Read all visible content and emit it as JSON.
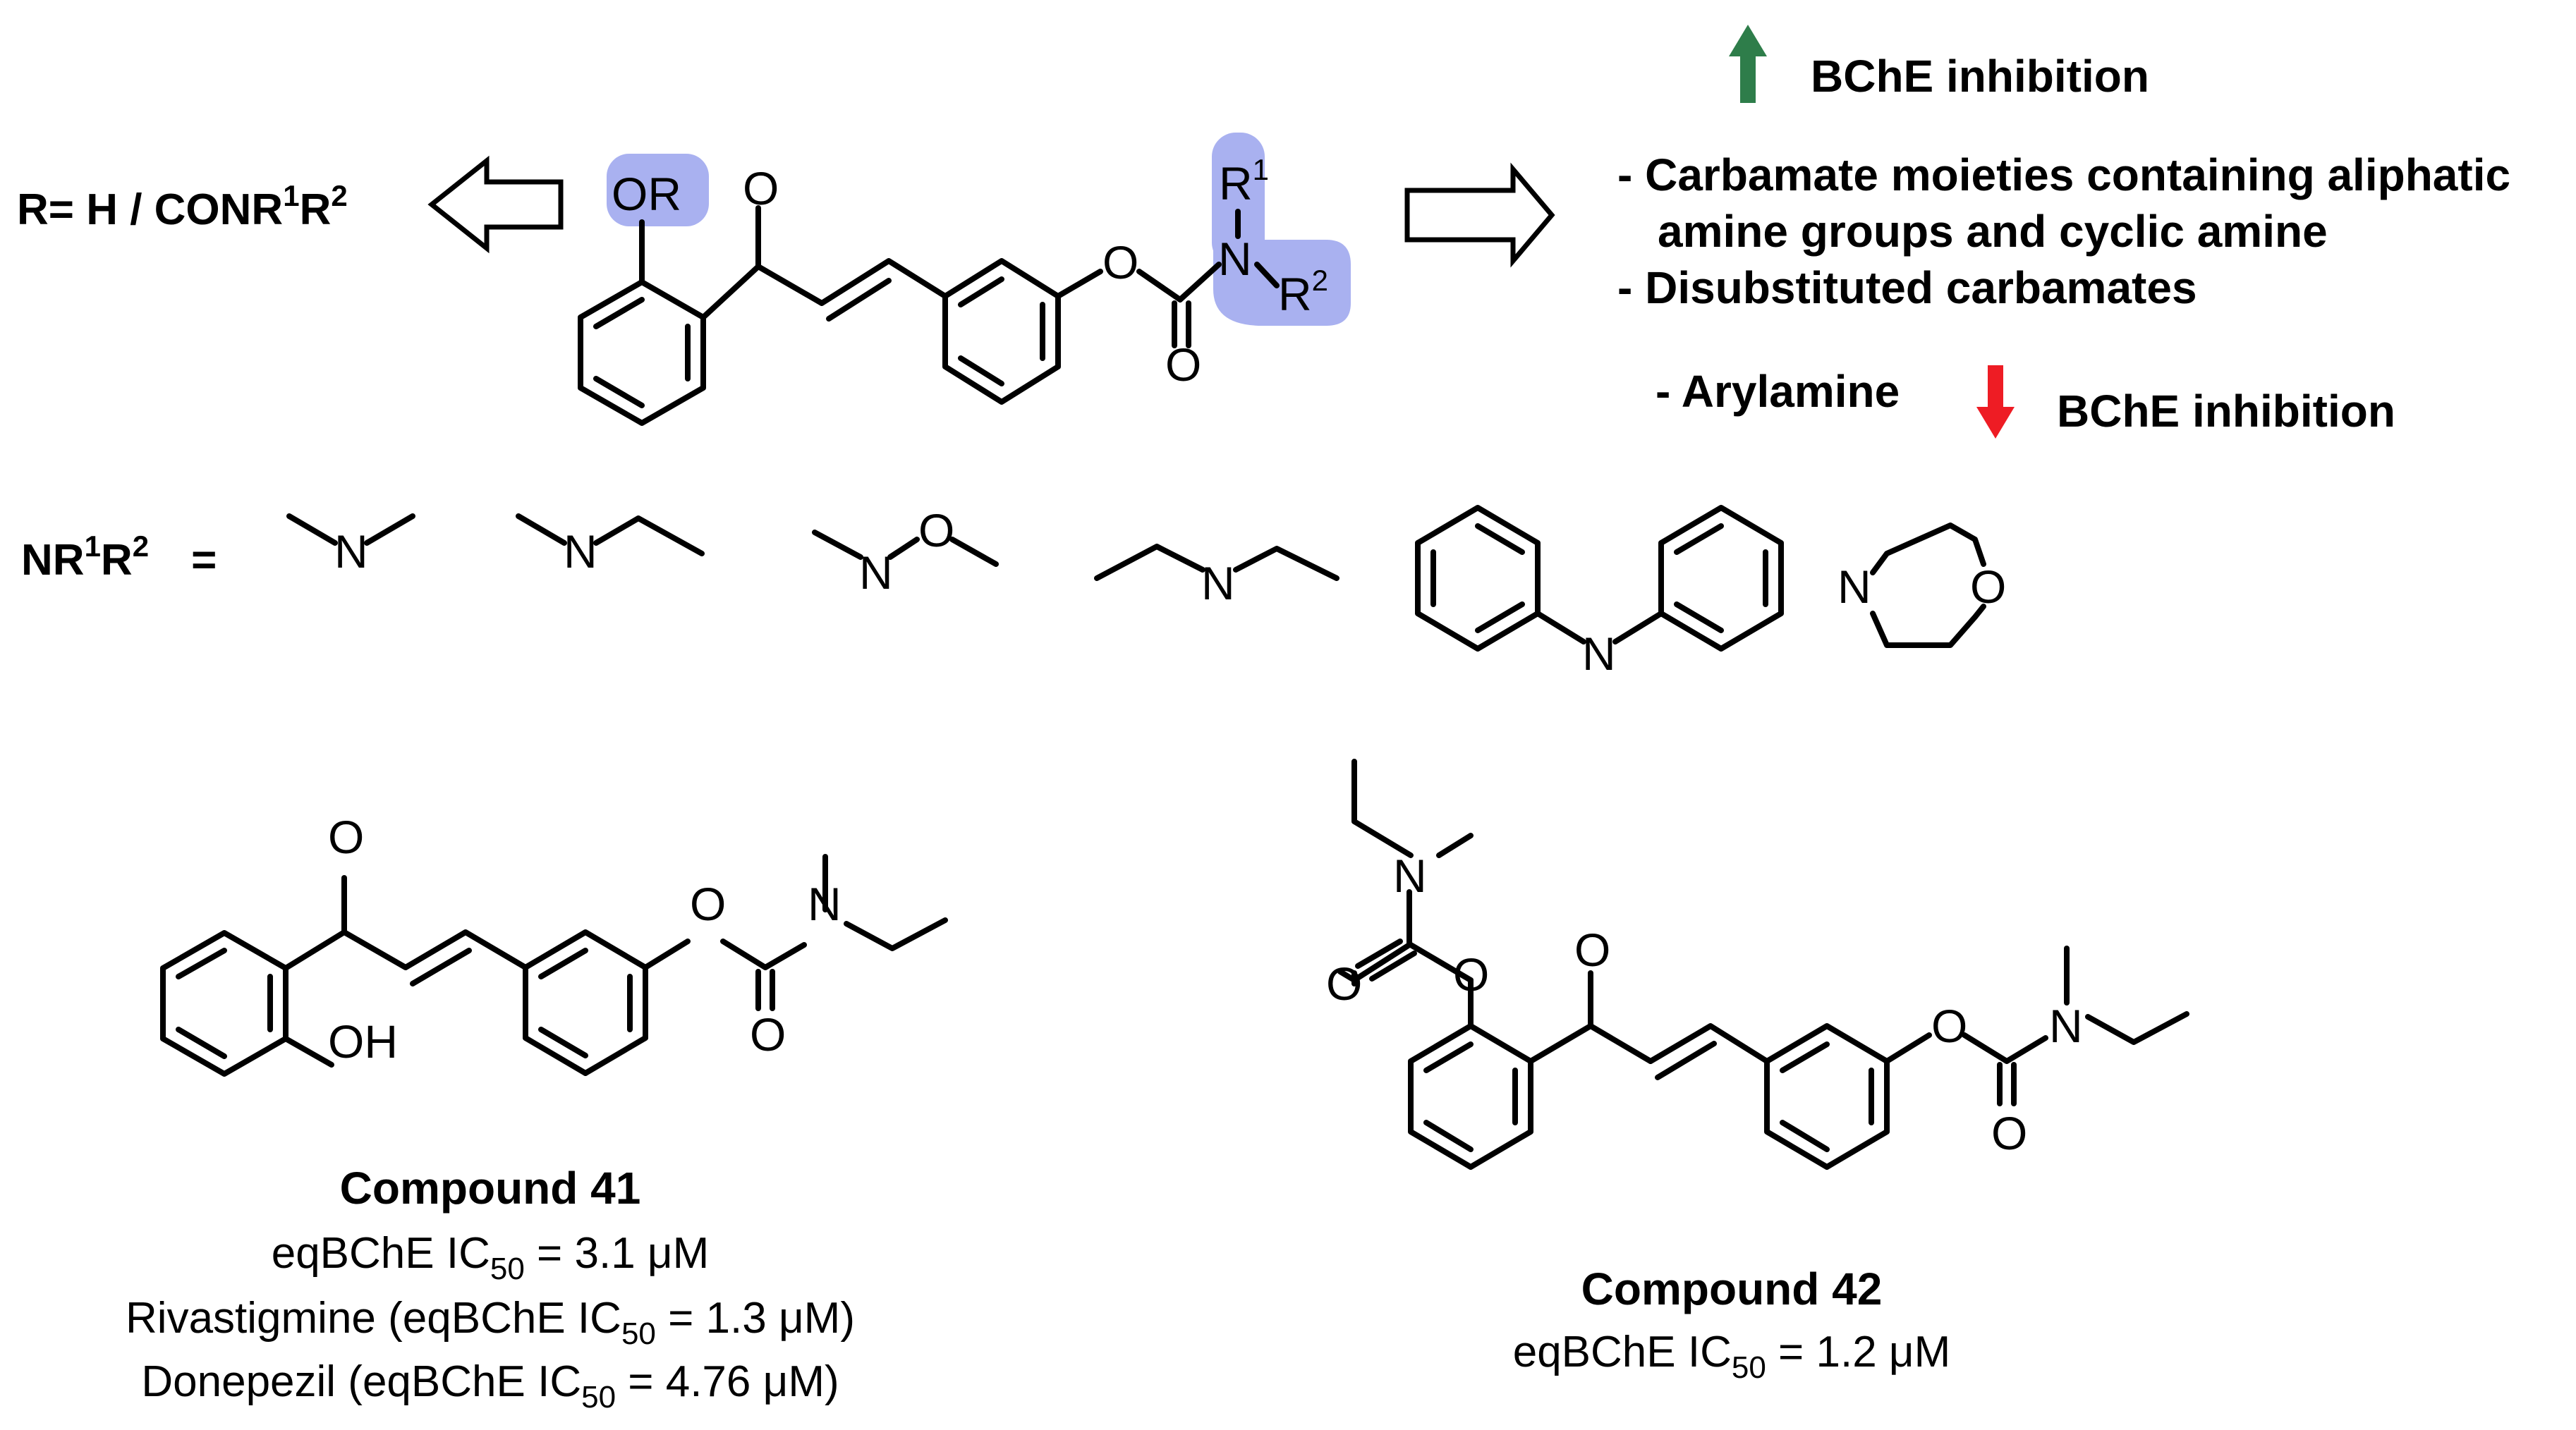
{
  "scheme": {
    "r_definition": {
      "prefix": "R= H / CONR",
      "sup1": "1",
      "mid": "R",
      "sup2": "2"
    },
    "nr_definition": {
      "prefix": "NR",
      "sup1": "1",
      "mid": "R",
      "sup2": "2",
      "equals": "="
    },
    "atoms": {
      "or": "OR",
      "o": "O",
      "n": "N",
      "r": "R",
      "r1_sup": "1",
      "r2_sup": "2",
      "oh": "OH"
    }
  },
  "sar": {
    "increase_label": "BChE inhibition",
    "increase_items": [
      "- Carbamate moieties containing aliphatic",
      "amine groups and cyclic amine",
      "- Disubstituted carbamates"
    ],
    "decrease_item": "- Arylamine",
    "decrease_label": "BChE inhibition"
  },
  "compound41": {
    "name": "Compound 41",
    "line1": {
      "pre": "eqBChE IC",
      "sub": "50",
      "post": " = 3.1 μM"
    },
    "line2": {
      "pre": "Rivastigmine (eqBChE IC",
      "sub": "50",
      "post": " = 1.3 μM)"
    },
    "line3": {
      "pre": "Donepezil (eqBChE IC",
      "sub": "50",
      "post": " = 4.76 μM)"
    }
  },
  "compound42": {
    "name": "Compound 42",
    "line1": {
      "pre": "eqBChE IC",
      "sub": "50",
      "post": " = 1.2 μM"
    }
  },
  "colors": {
    "highlight": "#a9b1f0",
    "increase_arrow": "#2e7d4a",
    "decrease_arrow": "#ee1c24"
  },
  "icons": {
    "increase": "arrow-up-icon",
    "decrease": "arrow-down-icon",
    "left_arrow": "open-arrow-left-icon",
    "right_arrow": "open-arrow-right-icon"
  }
}
